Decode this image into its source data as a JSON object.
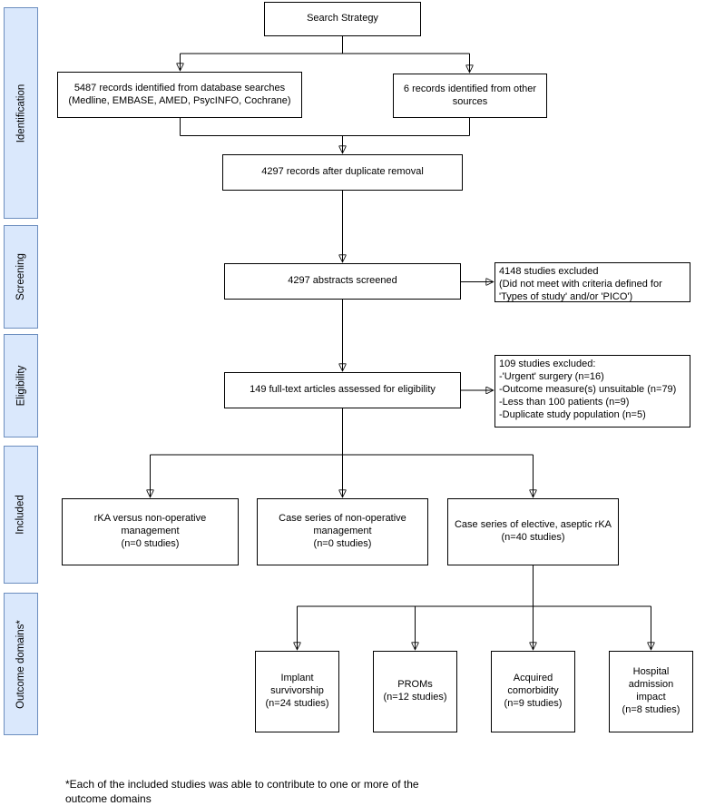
{
  "palette": {
    "stage_fill": "#dae8fc",
    "stage_border": "#6c8ebf",
    "node_fill": "#ffffff",
    "node_border": "#000000",
    "connector": "#000000"
  },
  "stages": [
    {
      "label": "Identification"
    },
    {
      "label": "Screening"
    },
    {
      "label": "Eligibility"
    },
    {
      "label": "Included"
    },
    {
      "label": "Outcome domains*"
    }
  ],
  "nodes": {
    "search_strategy": "Search Strategy",
    "database_records": "5487 records identified from database searches\n(Medline, EMBASE, AMED, PsycINFO, Cochrane)",
    "other_records": "6 records identified from other\nsources",
    "after_duplicates": "4297 records after duplicate removal",
    "abstracts_screened": "4297 abstracts screened",
    "abstracts_excluded": "4148 studies excluded\n(Did not meet with criteria defined for 'Types of study' and/or 'PICO')",
    "fulltext_assessed": "149 full-text articles assessed for eligibility",
    "fulltext_excluded": "109 studies excluded:\n-'Urgent' surgery (n=16)\n-Outcome measure(s) unsuitable (n=79)\n-Less than 100 patients (n=9)\n-Duplicate study population (n=5)",
    "included_rka_vs_nonop": "rKA versus non-operative\nmanagement\n(n=0 studies)",
    "included_case_series_nonop": "Case series of non-operative\nmanagement\n(n=0 studies)",
    "included_case_series_elective": "Case series of elective, aseptic rKA\n(n=40 studies)",
    "outcome_implant_survivorship": "Implant\nsurvivorship\n(n=24 studies)",
    "outcome_proms": "PROMs\n(n=12 studies)",
    "outcome_acquired_comorbidity": "Acquired\ncomorbidity\n(n=9 studies)",
    "outcome_hospital_admission": "Hospital\nadmission impact\n(n=8 studies)"
  },
  "footnote": "*Each of the included studies was able to contribute to one or more of the\noutcome domains"
}
